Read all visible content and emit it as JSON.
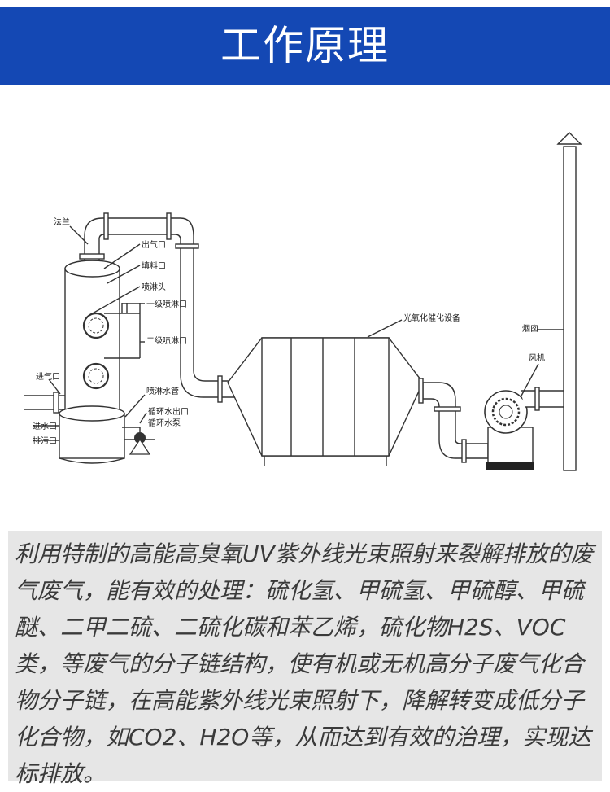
{
  "header": {
    "title": "工作原理",
    "bg_color": "#1448b4",
    "text_color": "#ffffff"
  },
  "diagram": {
    "labels": {
      "flange": "法兰",
      "gas_outlet": "出气口",
      "filler_port": "填料口",
      "spray_head": "喷淋头",
      "primary_spray_port": "一级喷淋口",
      "secondary_spray_port": "二级喷淋口",
      "gas_inlet": "进气口",
      "spray_water_pipe": "喷淋水管",
      "circulating_water_outlet": "循环水出口",
      "circulating_pump": "循环水泵",
      "water_inlet": "进水口",
      "drain_port": "排污口",
      "uv_equipment": "光氧化催化设备",
      "chimney": "烟囱",
      "fan": "风机"
    }
  },
  "description": {
    "text": "利用特制的高能高臭氧UV紫外线光束照射来裂解排放的废气废气，能有效的处理：硫化氢、甲硫氢、甲硫醇、甲硫醚、二甲二硫、二硫化碳和苯乙烯，硫化物H2S、VOC类，等废气的分子链结构，使有机或无机高分子废气化合物分子链，在高能紫外线光束照射下，降解转变成低分子化合物，如CO2、H2O等，从而达到有效的治理，实现达标排放。",
    "bg_color": "#e6e6e6"
  }
}
